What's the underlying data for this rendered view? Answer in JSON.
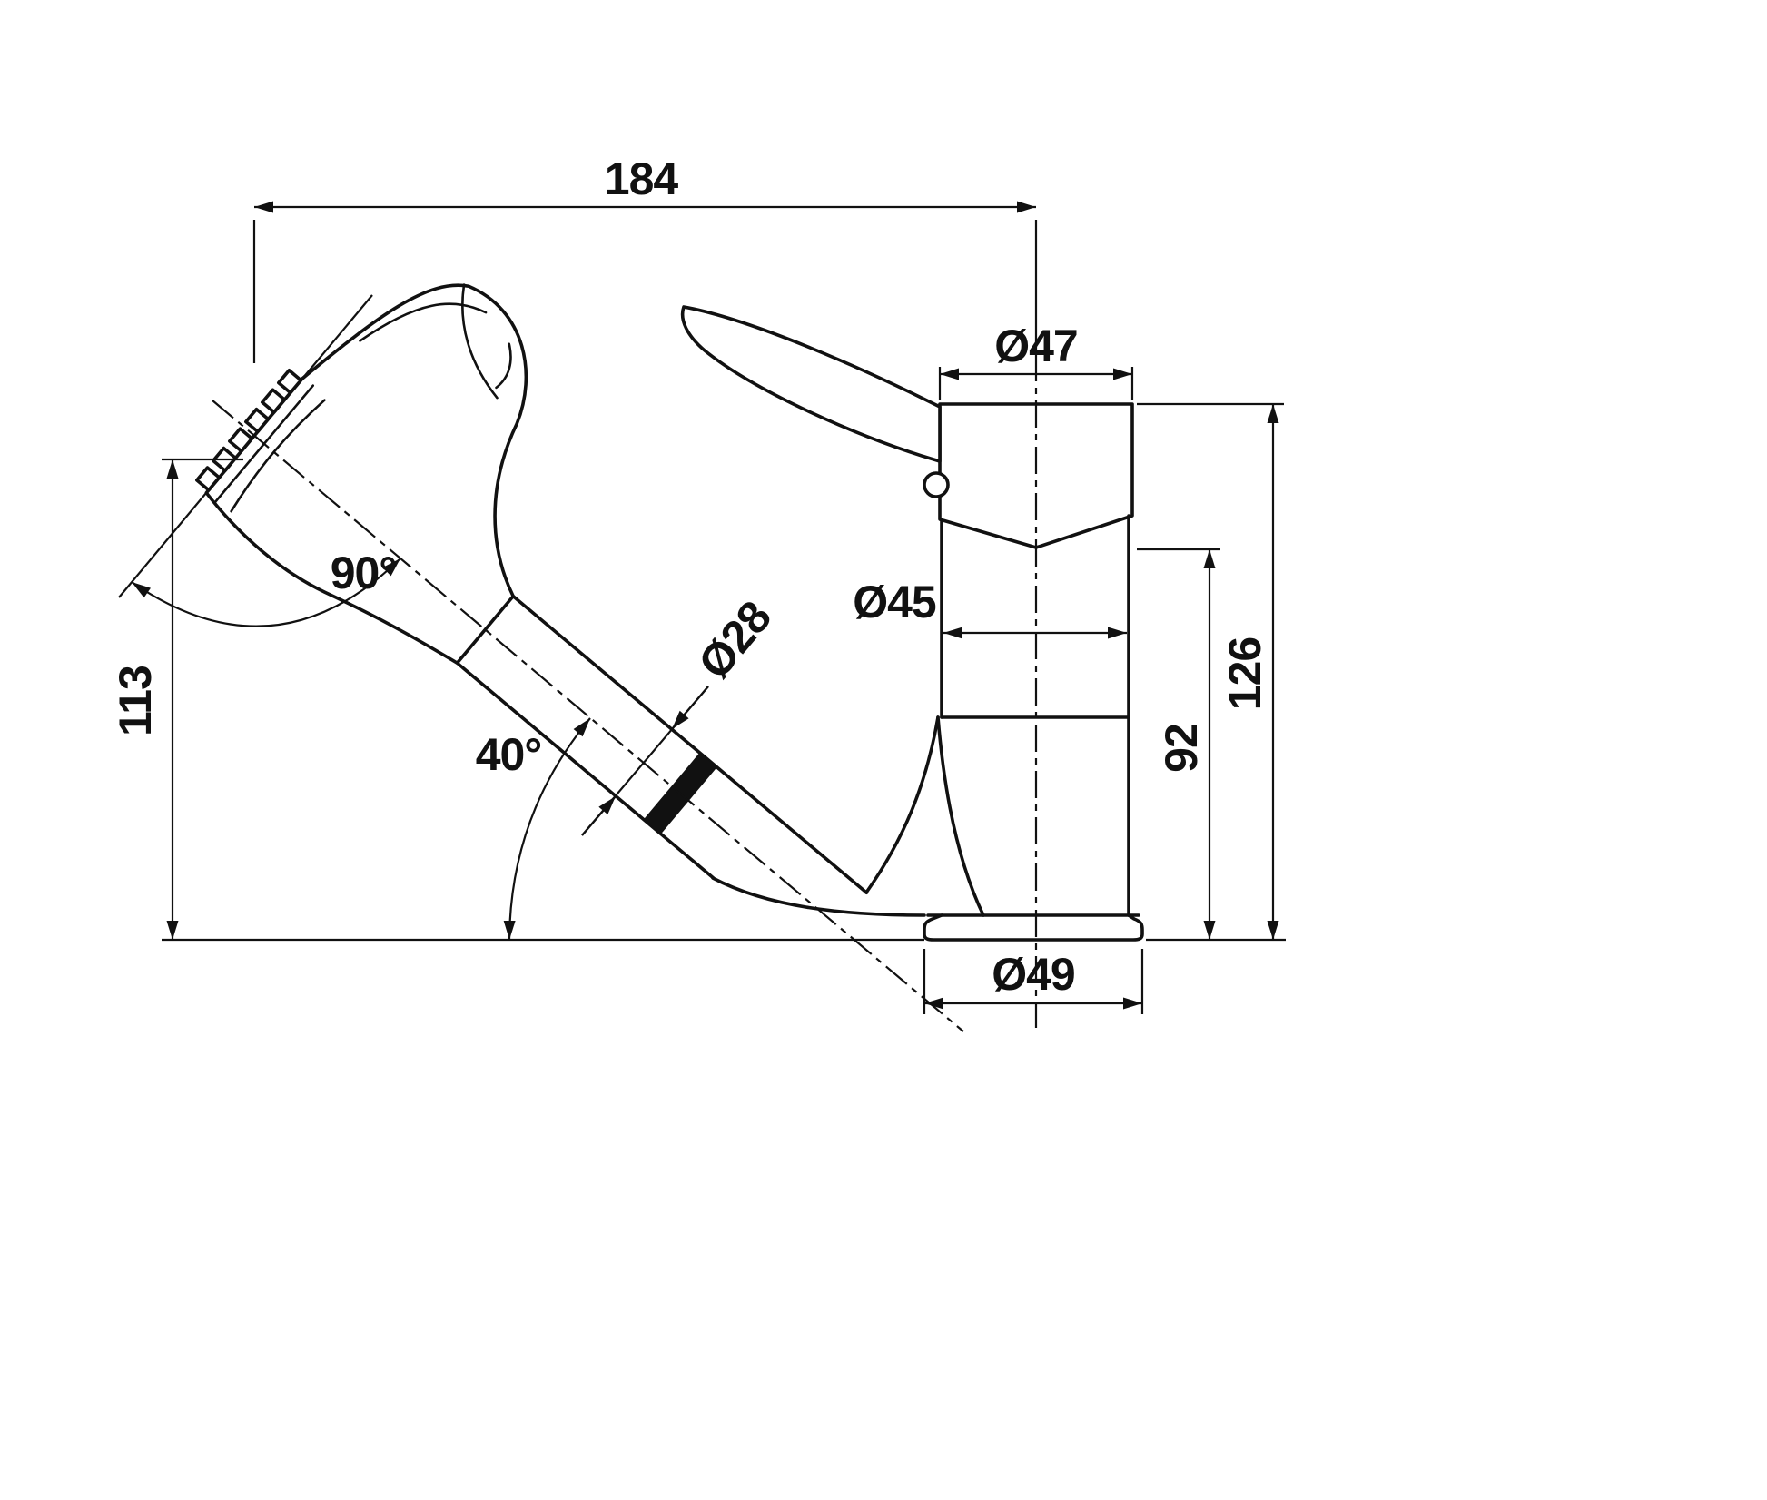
{
  "drawing": {
    "background": "#ffffff",
    "line_color": "#111111",
    "dimensions": {
      "total_reach": "184",
      "head_diameter": "Ø47",
      "body_diameter": "Ø45",
      "base_diameter": "Ø49",
      "spout_diameter": "Ø28",
      "spray_height": "113",
      "body_height": "92",
      "total_height": "126",
      "face_angle": "90°",
      "spout_angle": "40°"
    }
  }
}
